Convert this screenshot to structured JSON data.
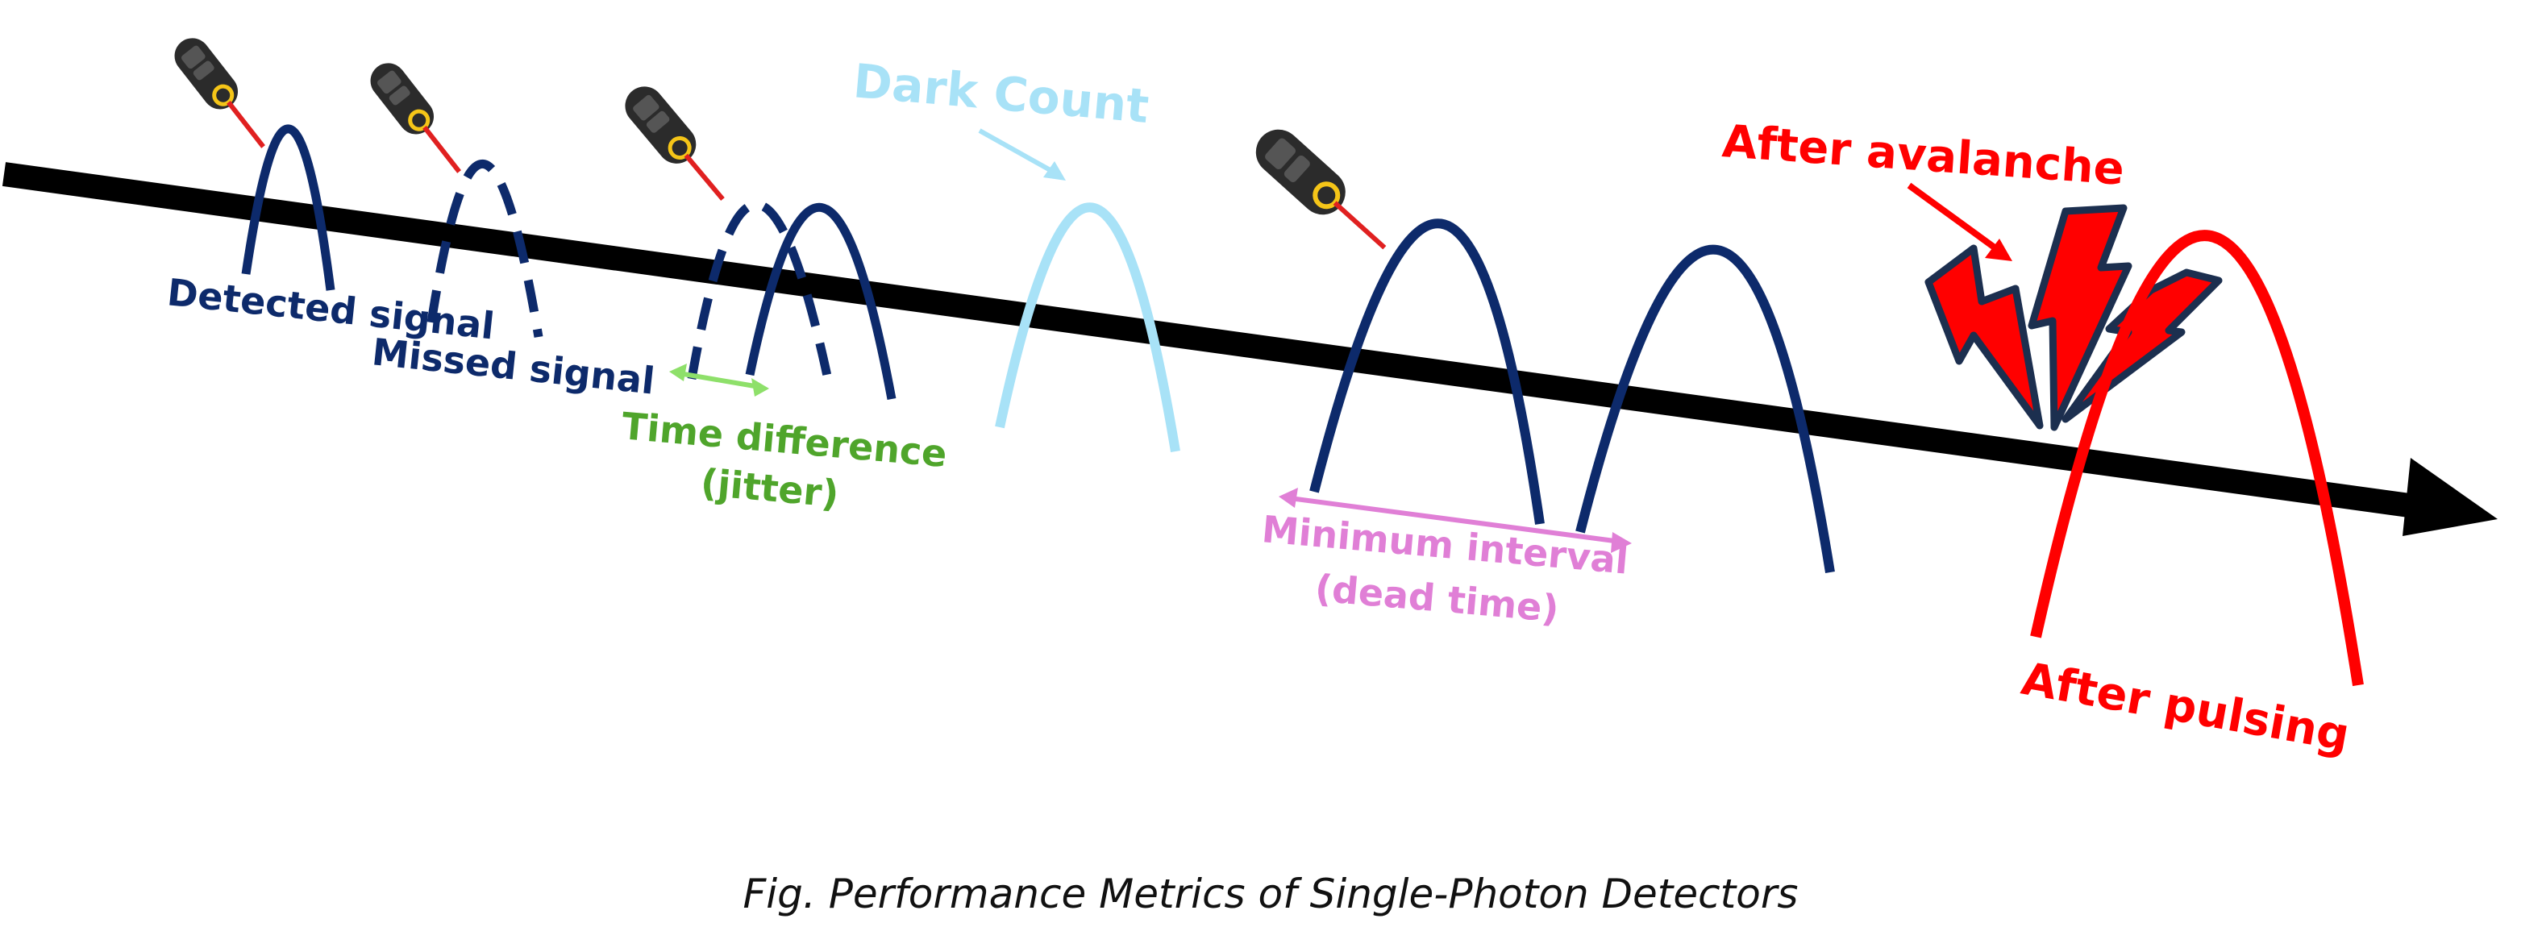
{
  "colors": {
    "axis": "#000000",
    "signal": "#0d2a6b",
    "dark_count": "#a8e2f7",
    "jitter": "#8ee06a",
    "jitter_text": "#4fa52b",
    "dead_time": "#e07fd6",
    "after_pulse": "#ff0000",
    "laser_body": "#2b2b2b",
    "laser_beam": "#e02020"
  },
  "labels": {
    "detected": "Detected signal",
    "missed": "Missed signal",
    "jitter_line1": "Time difference",
    "jitter_line2": "(jitter)",
    "dark_count": "Dark Count",
    "dead_time_line1": "Minimum interval",
    "dead_time_line2": "(dead time)",
    "after_avalanche": "After avalanche",
    "after_pulsing": "After pulsing"
  },
  "caption": "Fig. Performance Metrics of Single-Photon Detectors"
}
